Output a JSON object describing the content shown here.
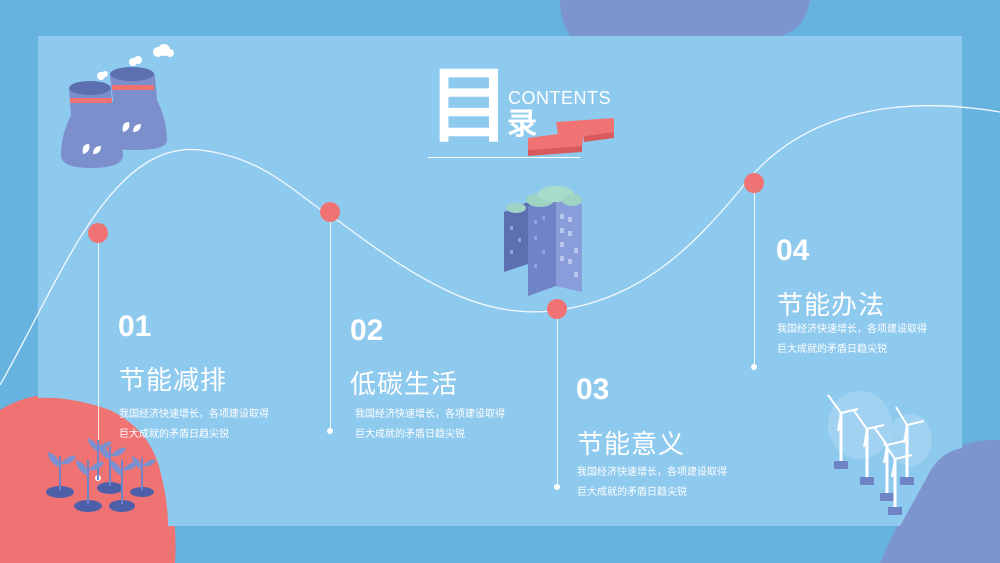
{
  "title": {
    "main": "目",
    "sub": "录",
    "english": "CONTENTS"
  },
  "sections": [
    {
      "number": "01",
      "heading": "节能减排",
      "desc_line1": "我国经济快速增长，各项建设取得",
      "desc_line2": "巨大成就的矛盾日趋尖锐"
    },
    {
      "number": "02",
      "heading": "低碳生活",
      "desc_line1": "我国经济快速增长，各项建设取得",
      "desc_line2": "巨大成就的矛盾日趋尖锐"
    },
    {
      "number": "03",
      "heading": "节能意义",
      "desc_line1": "我国经济快速增长，各项建设取得",
      "desc_line2": "巨大成就的矛盾日趋尖锐"
    },
    {
      "number": "04",
      "heading": "节能办法",
      "desc_line1": "我国经济快速增长，各项建设取得",
      "desc_line2": "巨大成就的矛盾日趋尖锐"
    }
  ],
  "colors": {
    "background": "#67b3e0",
    "panel": "#8ec9ee",
    "accent": "#f07374",
    "secondary": "#7a90cf",
    "text": "#ffffff"
  },
  "illustrations": [
    "factory-chimney-icon",
    "building-icon",
    "plant-sprouts-icon",
    "wind-turbines-icon"
  ]
}
